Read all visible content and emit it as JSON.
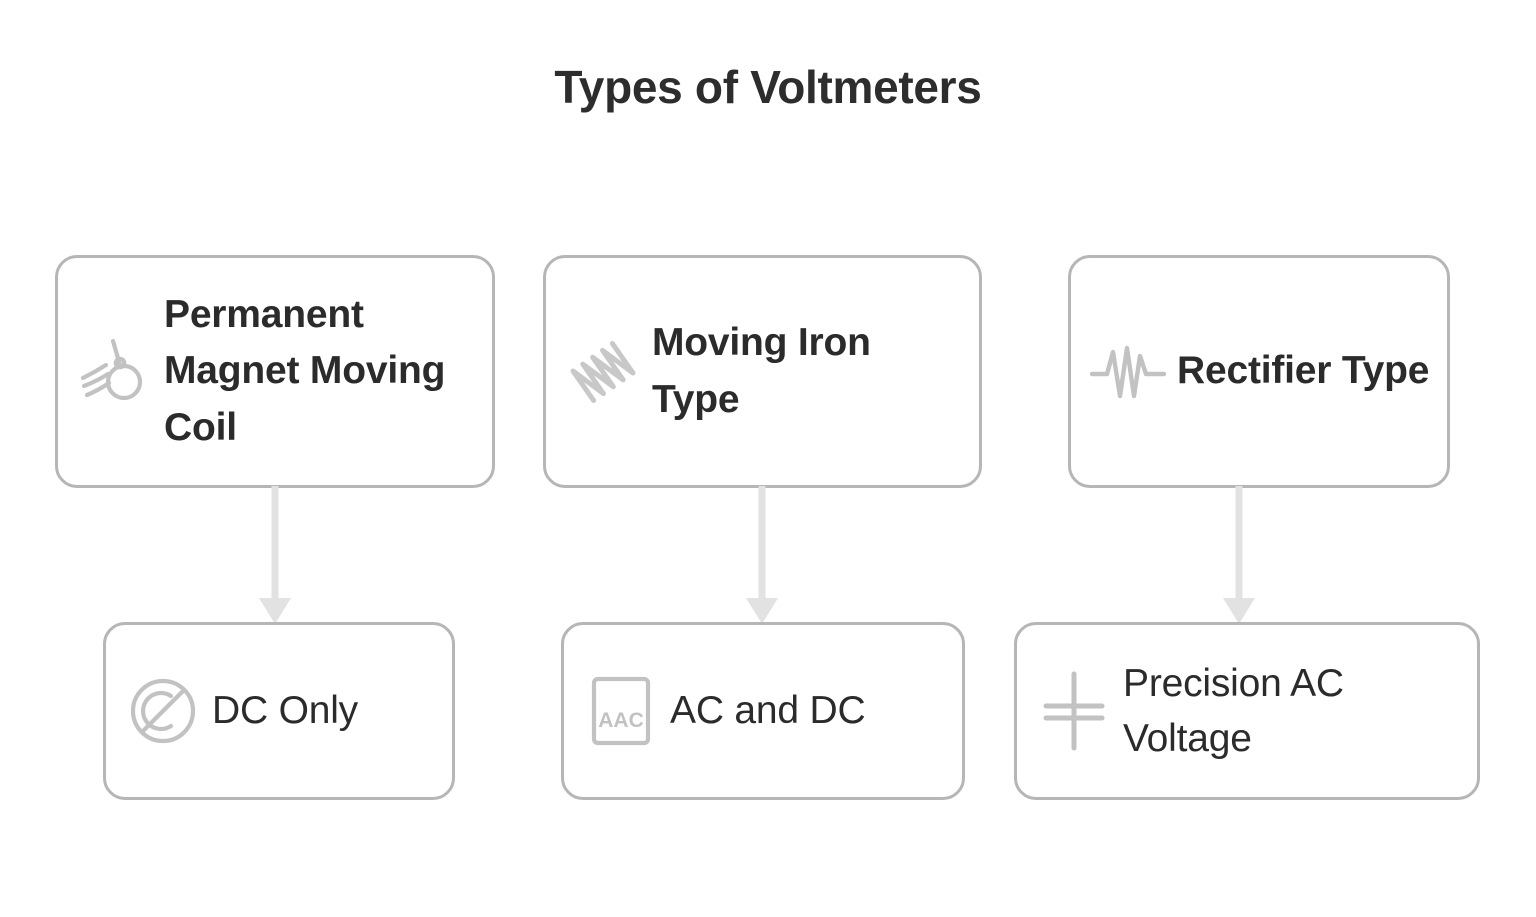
{
  "title": "Types of Voltmeters",
  "colors": {
    "background": "#ffffff",
    "text": "#2b2b2b",
    "title": "#2d2d2d",
    "card_border": "#b6b6b6",
    "icon": "#c2c2c2",
    "arrow": "#e2e2e2"
  },
  "diagram": {
    "type": "flow",
    "columns": 3,
    "rows": 2,
    "top_row": [
      {
        "id": "pmmc",
        "label": "Permanent Magnet Moving Coil",
        "icon": "magnet-moving-coil-icon"
      },
      {
        "id": "moving-iron",
        "label": "Moving Iron Type",
        "icon": "coil-spring-icon"
      },
      {
        "id": "rectifier",
        "label": "Rectifier Type",
        "icon": "waveform-icon"
      }
    ],
    "bottom_row": [
      {
        "id": "dc-only",
        "label": "DC Only",
        "icon": "gauge-meter-icon"
      },
      {
        "id": "ac-and-dc",
        "label": "AC and DC",
        "icon": "aac-box-icon",
        "icon_text": "AAC"
      },
      {
        "id": "precision-ac",
        "label": "Precision AC Voltage",
        "icon": "capacitor-icon"
      }
    ],
    "connections": [
      {
        "from": "pmmc",
        "to": "dc-only",
        "arrow": "down"
      },
      {
        "from": "moving-iron",
        "to": "ac-and-dc",
        "arrow": "down"
      },
      {
        "from": "rectifier",
        "to": "precision-ac",
        "arrow": "down"
      }
    ]
  }
}
